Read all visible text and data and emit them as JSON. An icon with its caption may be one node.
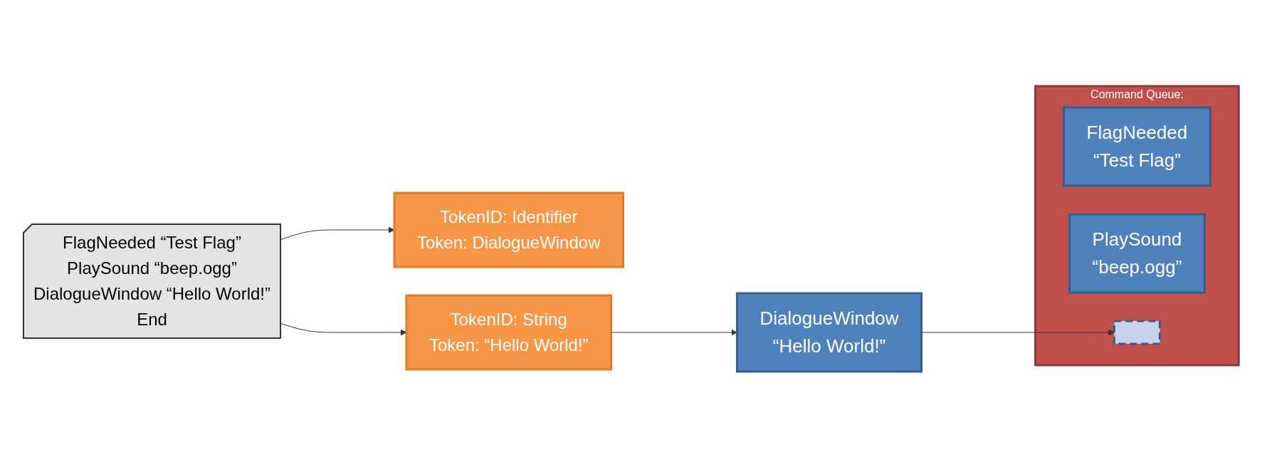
{
  "diagram": {
    "nodes": [
      {
        "text": [
          "FlagNeeded “Test Flag”",
          "PlaySound “beep.ogg”",
          "DialogueWindow “Hello World!”",
          "End"
        ]
      },
      {
        "text": [
          "TokenID: Identifier",
          "Token: DialogueWindow"
        ]
      },
      {
        "text": [
          "TokenID: String",
          "Token: “Hello World!”"
        ]
      },
      {
        "text": [
          "DialogueWindow",
          "“Hello World!”"
        ]
      },
      {
        "text": [
          "Command Queue:"
        ]
      },
      {
        "text": [
          "FlagNeeded",
          "“Test Flag”"
        ],
        "in": 4
      },
      {
        "text": [
          "PlaySound",
          "“beep.ogg”"
        ],
        "in": 4
      },
      {
        "text": [],
        "shape": "box",
        "in": 4
      }
    ],
    "edges": [
      {
        "from": 0,
        "to": 1,
        "arrow": "to"
      },
      {
        "from": 0,
        "to": 2,
        "arrow": "to"
      },
      {
        "from": 2,
        "to": 3,
        "arrow": "to"
      },
      {
        "from": 3,
        "to": 7,
        "arrow": "to"
      }
    ]
  }
}
